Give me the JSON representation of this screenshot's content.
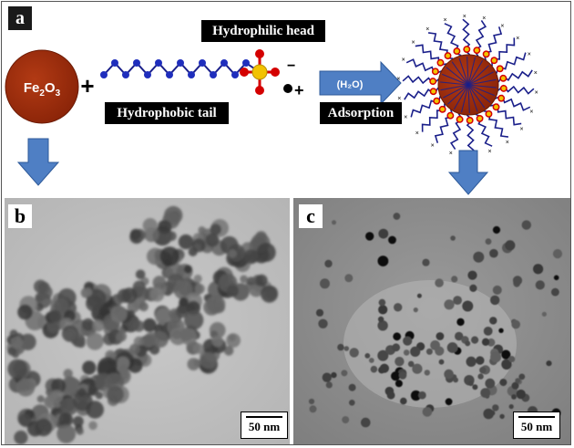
{
  "panels": {
    "a": "a",
    "b": "b",
    "c": "c"
  },
  "schematic": {
    "core_label_main": "Fe",
    "core_label_sub1": "2",
    "core_label_mid": "O",
    "core_label_sub2": "3",
    "plus_sign": "+",
    "hydrophilic_head_label": "Hydrophilic head",
    "hydrophobic_tail_label": "Hydrophobic tail",
    "anion_charge": "−",
    "cation_plus": "+",
    "process_arrow_label": "(H₂O)",
    "adsorption_label": "Adsorption"
  },
  "tem": {
    "b_scale": "50 nm",
    "c_scale": "50 nm"
  },
  "colors": {
    "core": "#9b2b0b",
    "chain_bead": "#1f2ebd",
    "chain_line": "#1a1f8a",
    "head_center": "#f2c200",
    "head_oxygen": "#d40000",
    "arrow_fill": "#4f7fc4",
    "arrow_stroke": "#2e5a9a"
  }
}
